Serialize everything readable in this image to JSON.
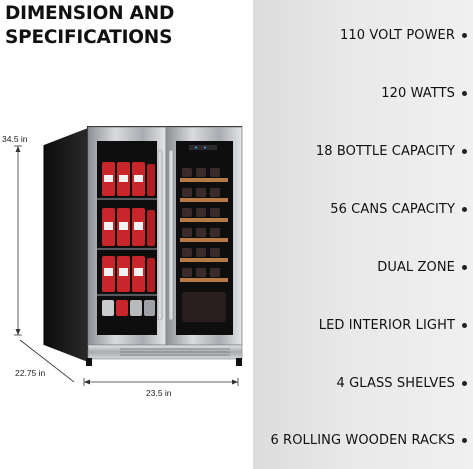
{
  "title_line1": "DIMENSION AND",
  "title_line2": "SPECIFICATIONS",
  "dimensions": {
    "height": "34.5 in",
    "depth": "22.75 in",
    "width": "23.5 in"
  },
  "specs": [
    "110 VOLT POWER",
    "120 WATTS",
    "18 BOTTLE CAPACITY",
    "56 CANS CAPACITY",
    "DUAL ZONE",
    "LED INTERIOR LIGHT",
    "4 GLASS SHELVES",
    "6 ROLLING WOODEN RACKS"
  ],
  "colors": {
    "panel": "#e6e6e6",
    "steel": "#b9bcc0",
    "cabinet": "#1b1b1b",
    "can_red": "#c8262b",
    "wood": "#b77a45"
  }
}
